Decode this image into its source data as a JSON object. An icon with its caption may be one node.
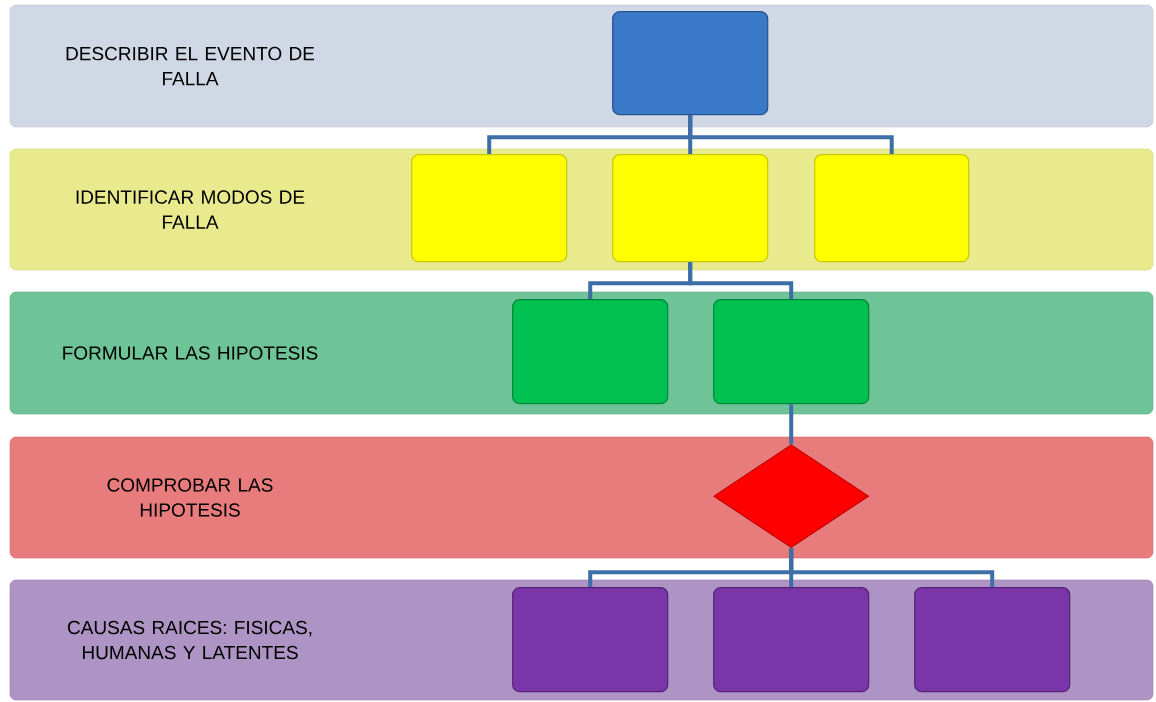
{
  "diagram": {
    "nodes": [
      {
        "text": [
          "DESCRIBIR EL EVENTO DE FALLA"
        ]
      },
      {
        "text": [],
        "shape": "box",
        "in": 0
      },
      {
        "text": [
          "IDENTIFICAR MODOS DE FALLA"
        ]
      },
      {
        "text": [],
        "shape": "box",
        "in": 2
      },
      {
        "text": [],
        "shape": "box",
        "in": 2
      },
      {
        "text": [],
        "shape": "box",
        "in": 2
      },
      {
        "text": [
          "FORMULAR LAS HIPOTESIS"
        ]
      },
      {
        "text": [],
        "shape": "box",
        "in": 6
      },
      {
        "text": [],
        "shape": "box",
        "in": 6
      },
      {
        "text": [
          "COMPROBAR LAS HIPOTESIS"
        ]
      },
      {
        "text": [],
        "shape": "diamond",
        "in": 9
      },
      {
        "text": [
          "CAUSAS RAICES: FISICAS, HUMANAS Y LATENTES"
        ]
      },
      {
        "text": [],
        "shape": "box",
        "in": 11
      },
      {
        "text": [],
        "shape": "box",
        "in": 11
      },
      {
        "text": [],
        "shape": "box",
        "in": 11
      }
    ],
    "edges": [
      {
        "from": 1,
        "to": 3,
        "arrow": "none"
      },
      {
        "from": 1,
        "to": 4,
        "arrow": "none"
      },
      {
        "from": 1,
        "to": 5,
        "arrow": "none"
      },
      {
        "from": 4,
        "to": 7,
        "arrow": "none"
      },
      {
        "from": 4,
        "to": 8,
        "arrow": "none"
      },
      {
        "from": 8,
        "to": 10,
        "arrow": "none"
      },
      {
        "from": 10,
        "to": 12,
        "arrow": "none"
      },
      {
        "from": 10,
        "to": 13,
        "arrow": "none"
      },
      {
        "from": 10,
        "to": 14,
        "arrow": "none"
      }
    ]
  }
}
